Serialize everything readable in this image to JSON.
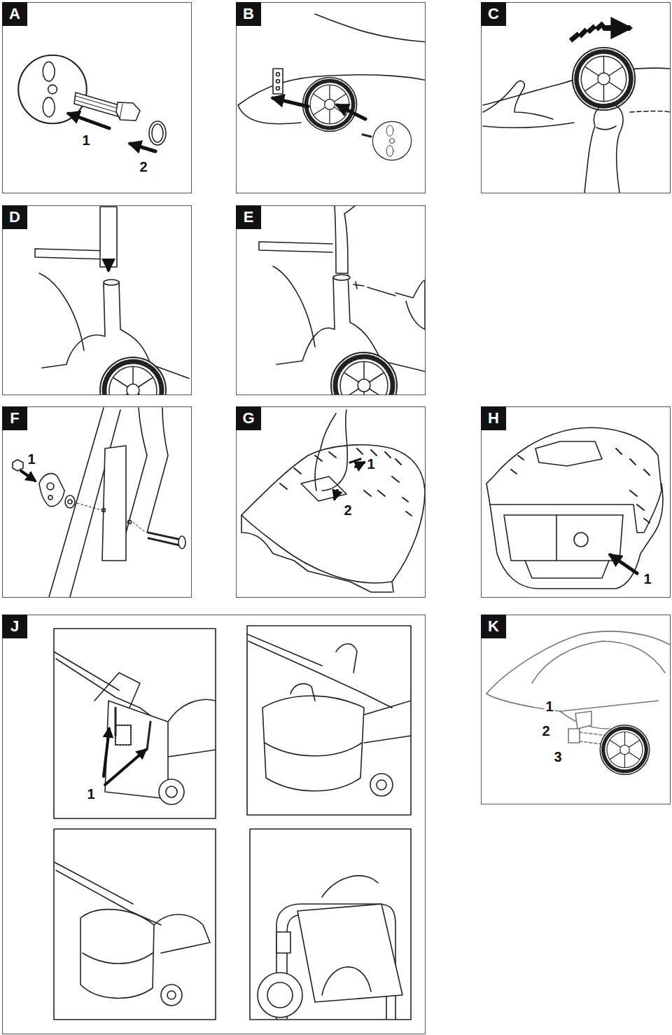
{
  "diagram": {
    "nodes": [
      {
        "text": [
          "A"
        ]
      },
      {
        "text": [
          "B"
        ]
      },
      {
        "text": [
          "C"
        ]
      },
      {
        "text": [
          "D"
        ]
      },
      {
        "text": [
          "E"
        ]
      },
      {
        "text": [
          "F"
        ]
      },
      {
        "text": [
          "G"
        ]
      },
      {
        "text": [
          "H"
        ]
      },
      {
        "text": [
          "J"
        ]
      },
      {
        "text": [
          "K"
        ]
      }
    ],
    "labels": [
      "1",
      "2",
      "1",
      "1",
      "2",
      "1",
      "1",
      "1",
      "2",
      "3"
    ]
  }
}
